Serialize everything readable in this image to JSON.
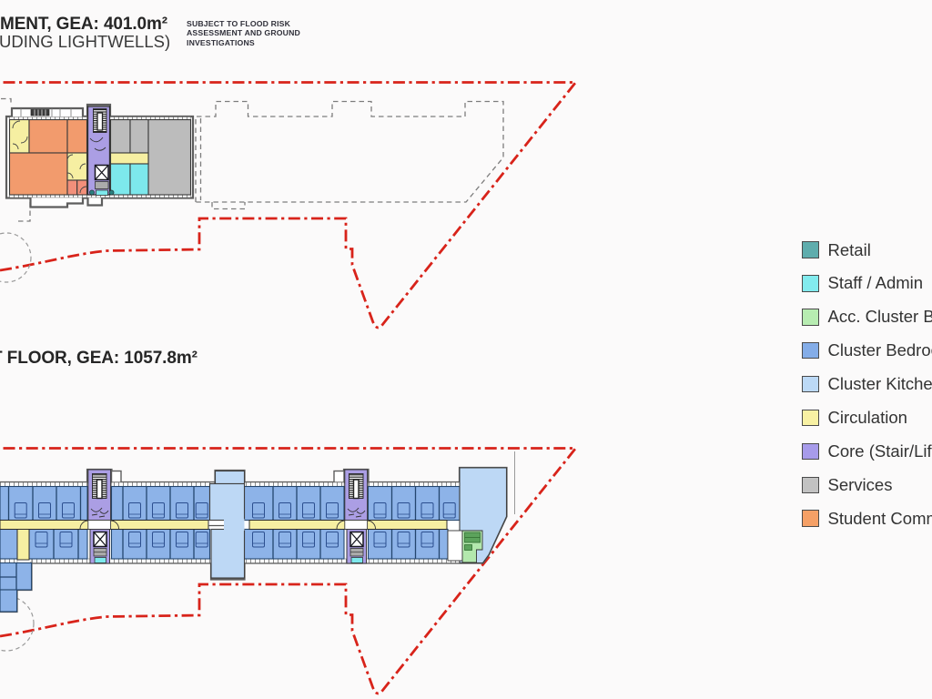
{
  "page": {
    "background": "#fbfafa",
    "description": "Architectural floor plan sheet with basement and first floor plans, red site boundary and room-use colour legend"
  },
  "headings": {
    "basement_title": "MENT, GEA: 401.0m²",
    "basement_subtitle": "UDING LIGHTWELLS)",
    "first_floor_title": "T FLOOR, GEA: 1057.8m²"
  },
  "note": {
    "line1": "SUBJECT TO FLOOD RISK",
    "line2": "ASSESSMENT AND GROUND",
    "line3": "INVESTIGATIONS"
  },
  "legend": {
    "items": [
      {
        "label": "Retail",
        "color": "#5fadad"
      },
      {
        "label": "Staff / Admin",
        "color": "#82ebee"
      },
      {
        "label": "Acc. Cluster B",
        "color": "#b7ecb1"
      },
      {
        "label": "Cluster Bedroo",
        "color": "#84ade8"
      },
      {
        "label": "Cluster Kitche",
        "color": "#bcd9f6"
      },
      {
        "label": "Circulation",
        "color": "#f8f1a3"
      },
      {
        "label": "Core (Stair/Lif",
        "color": "#a79bea"
      },
      {
        "label": "Services",
        "color": "#c2c2c2"
      },
      {
        "label": "Student Comm",
        "color": "#f5a066"
      }
    ]
  },
  "colors": {
    "paper": "#fbfafa",
    "boundary": "#d8231a",
    "outline": "#5e5e5e",
    "dashedgray": "#7d7d7d",
    "retail": "#5fadad",
    "staff": "#7de8ec",
    "acc": "#b3e8ad",
    "bedroom": "#8db3e8",
    "kitchen": "#bdd8f5",
    "circulation": "#f6efa2",
    "core": "#ab9ee4",
    "services": "#bcbcbc",
    "common": "#f29b6d",
    "salmon": "#f28f7a",
    "roomwall": "#3a3a3a",
    "bedwall": "#24466e",
    "furn": "#2c4f8f",
    "bedgreen": "#5ca35c"
  }
}
